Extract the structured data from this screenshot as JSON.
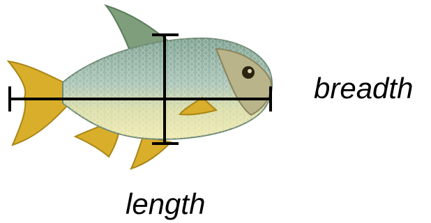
{
  "labels": {
    "breadth": "breadth",
    "length": "length"
  },
  "colors": {
    "fin": "#d9ae2a",
    "fin_shadow": "#b08a18",
    "dorsal_fin": "#7e9e7c",
    "back": "#8cae9e",
    "belly": "#e8e6a6",
    "head": "#b9b48a",
    "eye": "#2c2410",
    "measure_line": "#000000"
  },
  "subject": "fish"
}
